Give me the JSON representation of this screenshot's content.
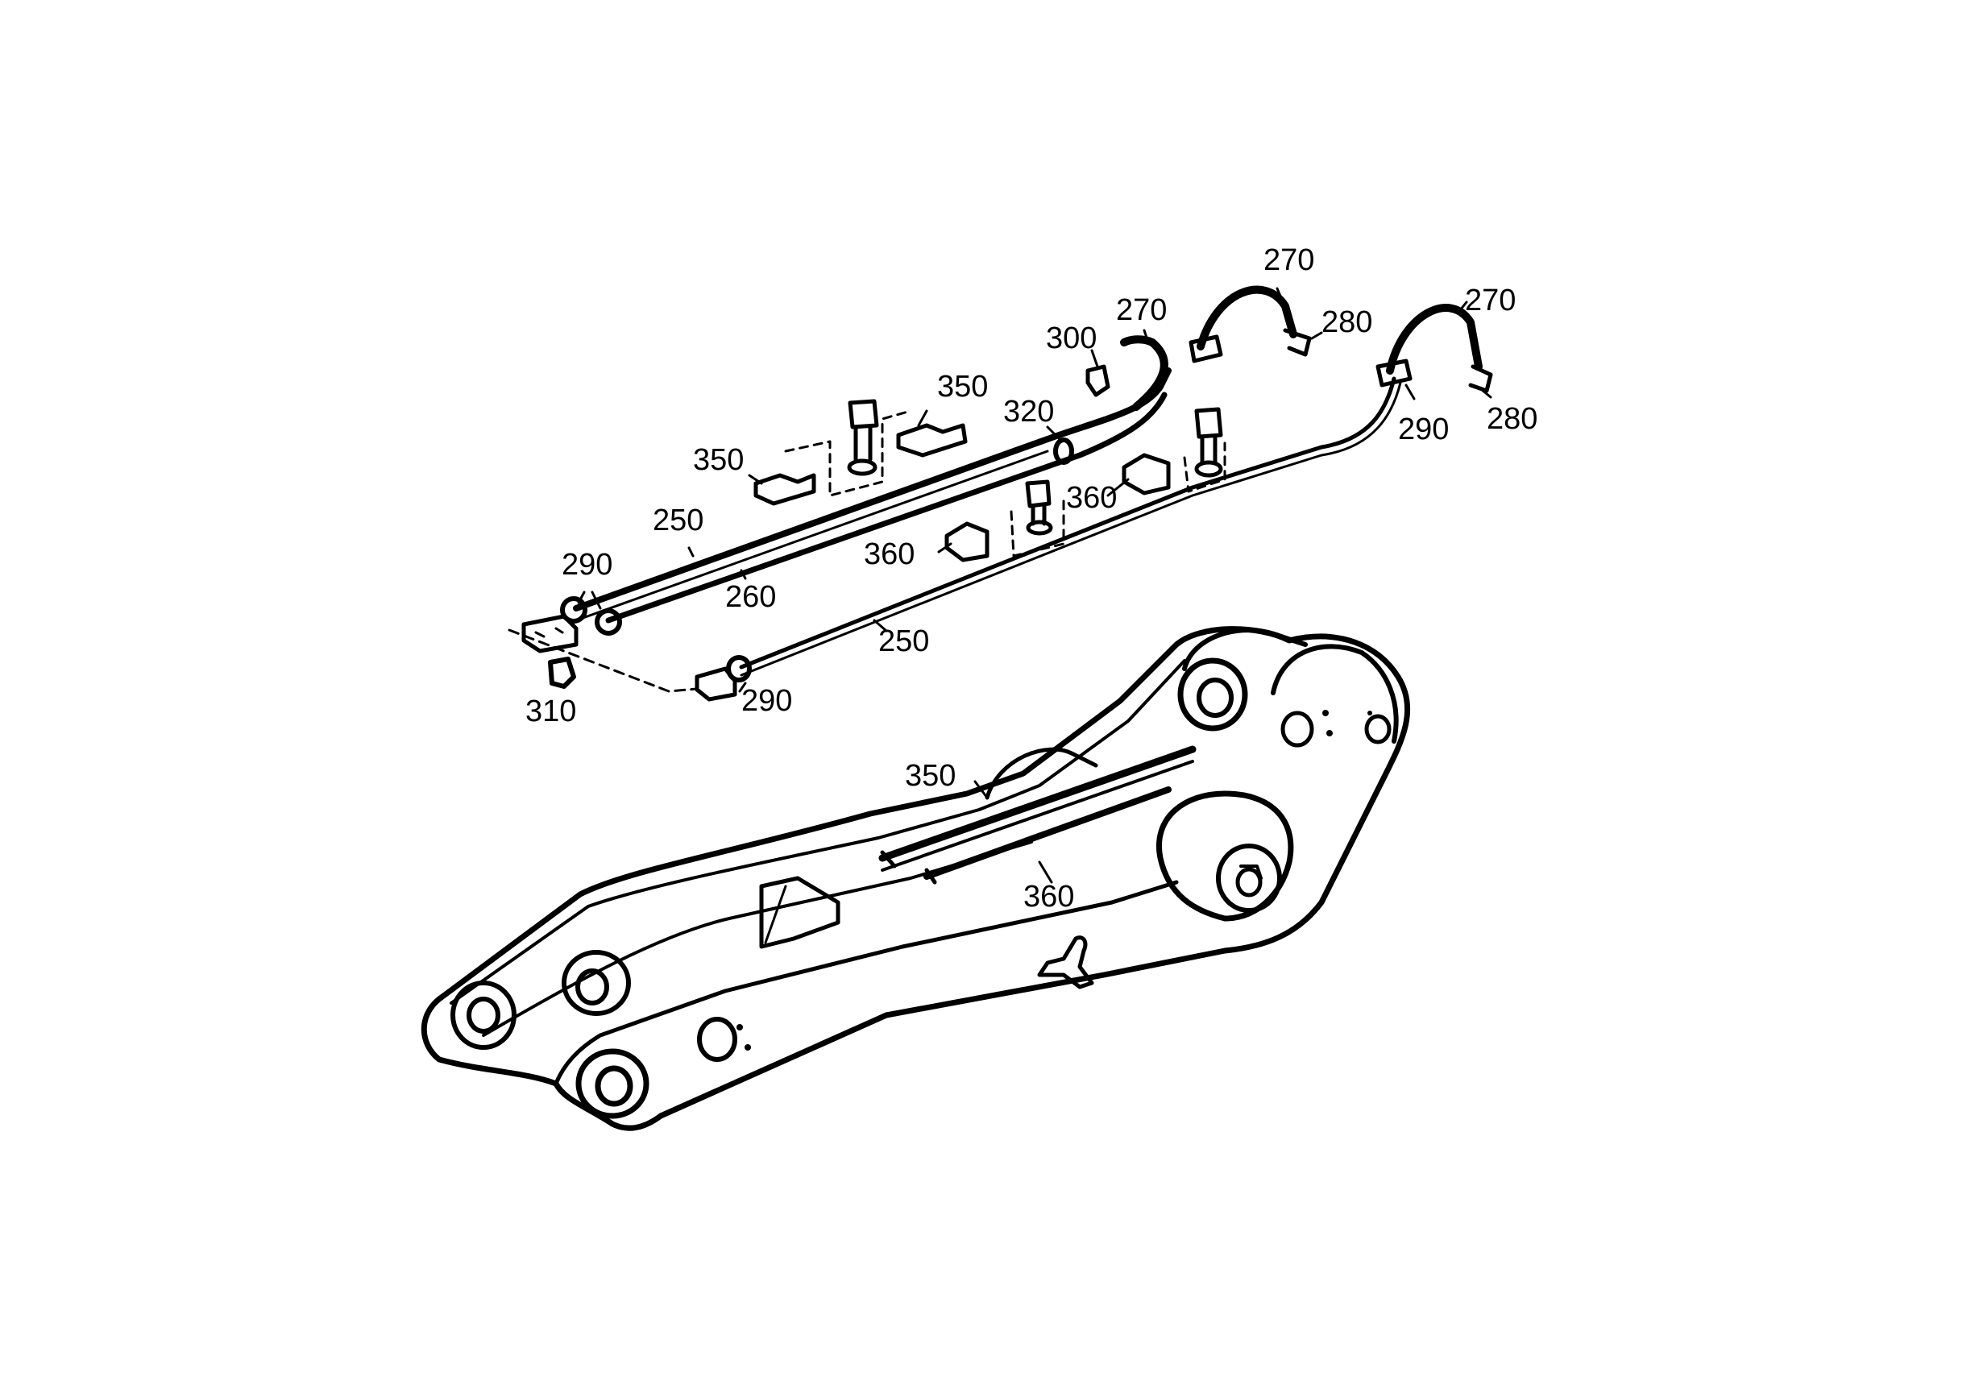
{
  "callouts": {
    "c270a": "270",
    "c270b": "270",
    "c270c": "270",
    "c280a": "280",
    "c280b": "280",
    "c300": "300",
    "c320": "320",
    "c350a": "350",
    "c350b": "350",
    "c350c": "350",
    "c360a": "360",
    "c360b": "360",
    "c360c": "360",
    "c250a": "250",
    "c250b": "250",
    "c260": "260",
    "c290a": "290",
    "c290b": "290",
    "c290c": "290",
    "c310": "310"
  },
  "colors": {
    "ink": "#000000",
    "paper": "#ffffff"
  }
}
